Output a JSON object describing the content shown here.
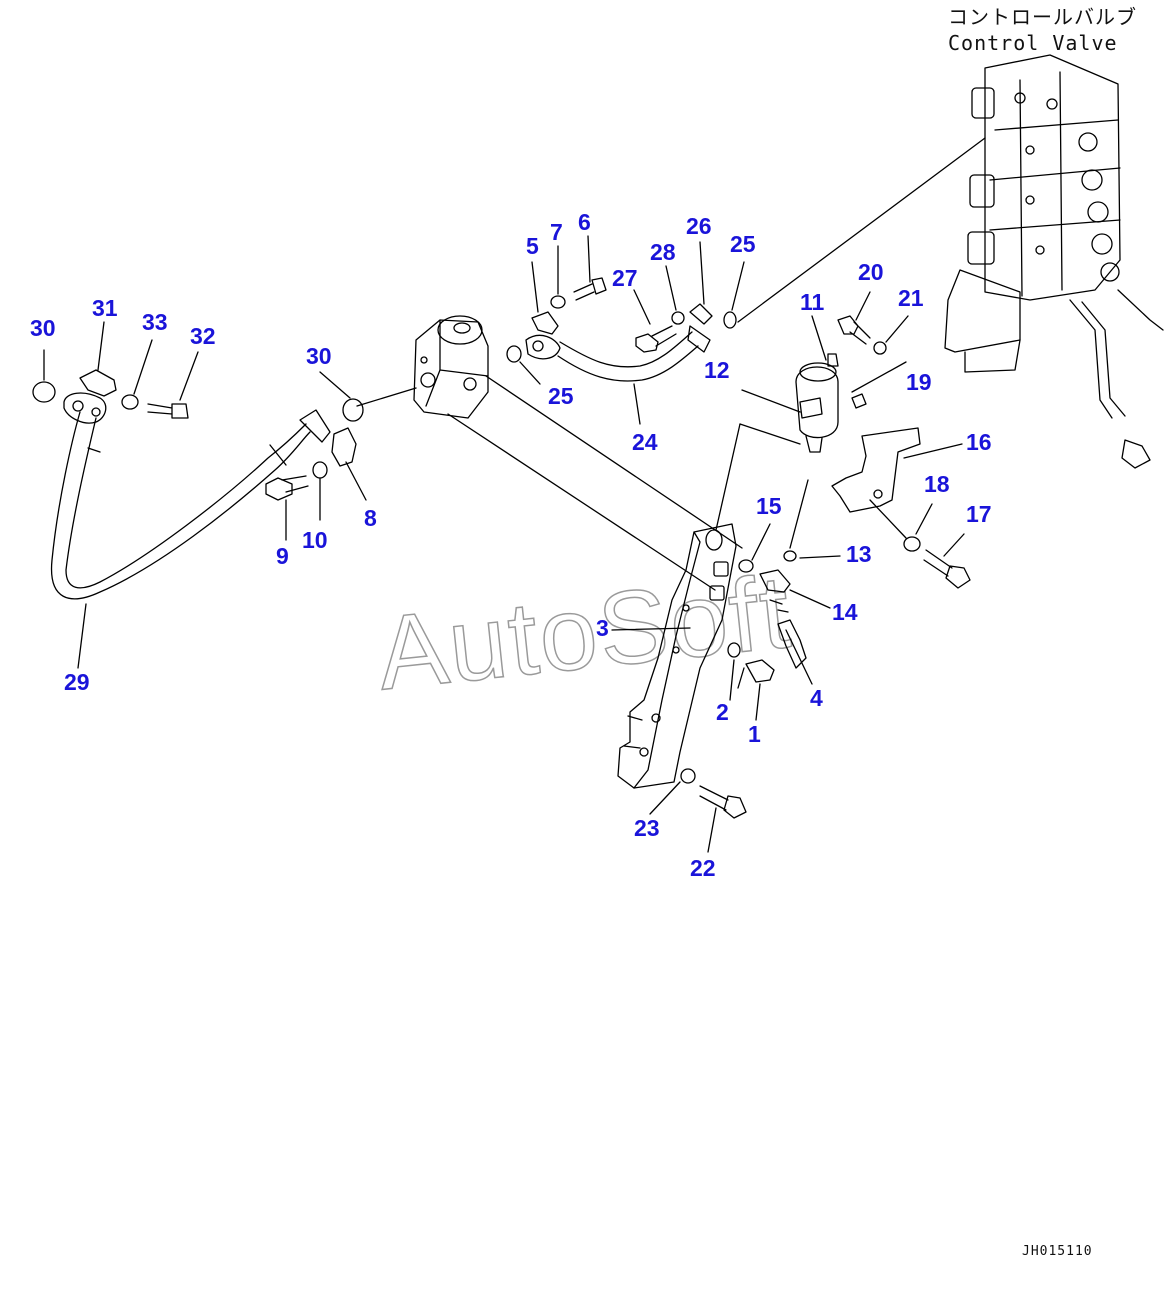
{
  "header": {
    "label_jp": "コントロールバルブ",
    "label_en": "Control Valve"
  },
  "drawing_code": "JH015110",
  "watermark": "AutoSoft",
  "colors": {
    "callout": "#1a14d9",
    "line": "#000000"
  },
  "callouts": [
    {
      "id": "c1",
      "text": "1"
    },
    {
      "id": "c2",
      "text": "2"
    },
    {
      "id": "c3",
      "text": "3"
    },
    {
      "id": "c4",
      "text": "4"
    },
    {
      "id": "c5",
      "text": "5"
    },
    {
      "id": "c6",
      "text": "6"
    },
    {
      "id": "c7",
      "text": "7"
    },
    {
      "id": "c8",
      "text": "8"
    },
    {
      "id": "c9",
      "text": "9"
    },
    {
      "id": "c10",
      "text": "10"
    },
    {
      "id": "c11",
      "text": "11"
    },
    {
      "id": "c12",
      "text": "12"
    },
    {
      "id": "c13",
      "text": "13"
    },
    {
      "id": "c14",
      "text": "14"
    },
    {
      "id": "c15",
      "text": "15"
    },
    {
      "id": "c16",
      "text": "16"
    },
    {
      "id": "c17",
      "text": "17"
    },
    {
      "id": "c18",
      "text": "18"
    },
    {
      "id": "c19",
      "text": "19"
    },
    {
      "id": "c20",
      "text": "20"
    },
    {
      "id": "c21",
      "text": "21"
    },
    {
      "id": "c22",
      "text": "22"
    },
    {
      "id": "c23",
      "text": "23"
    },
    {
      "id": "c24",
      "text": "24"
    },
    {
      "id": "c25a",
      "text": "25"
    },
    {
      "id": "c25b",
      "text": "25"
    },
    {
      "id": "c26",
      "text": "26"
    },
    {
      "id": "c27",
      "text": "27"
    },
    {
      "id": "c28",
      "text": "28"
    },
    {
      "id": "c29",
      "text": "29"
    },
    {
      "id": "c30a",
      "text": "30"
    },
    {
      "id": "c30b",
      "text": "30"
    },
    {
      "id": "c31",
      "text": "31"
    },
    {
      "id": "c32",
      "text": "32"
    },
    {
      "id": "c33",
      "text": "33"
    }
  ]
}
